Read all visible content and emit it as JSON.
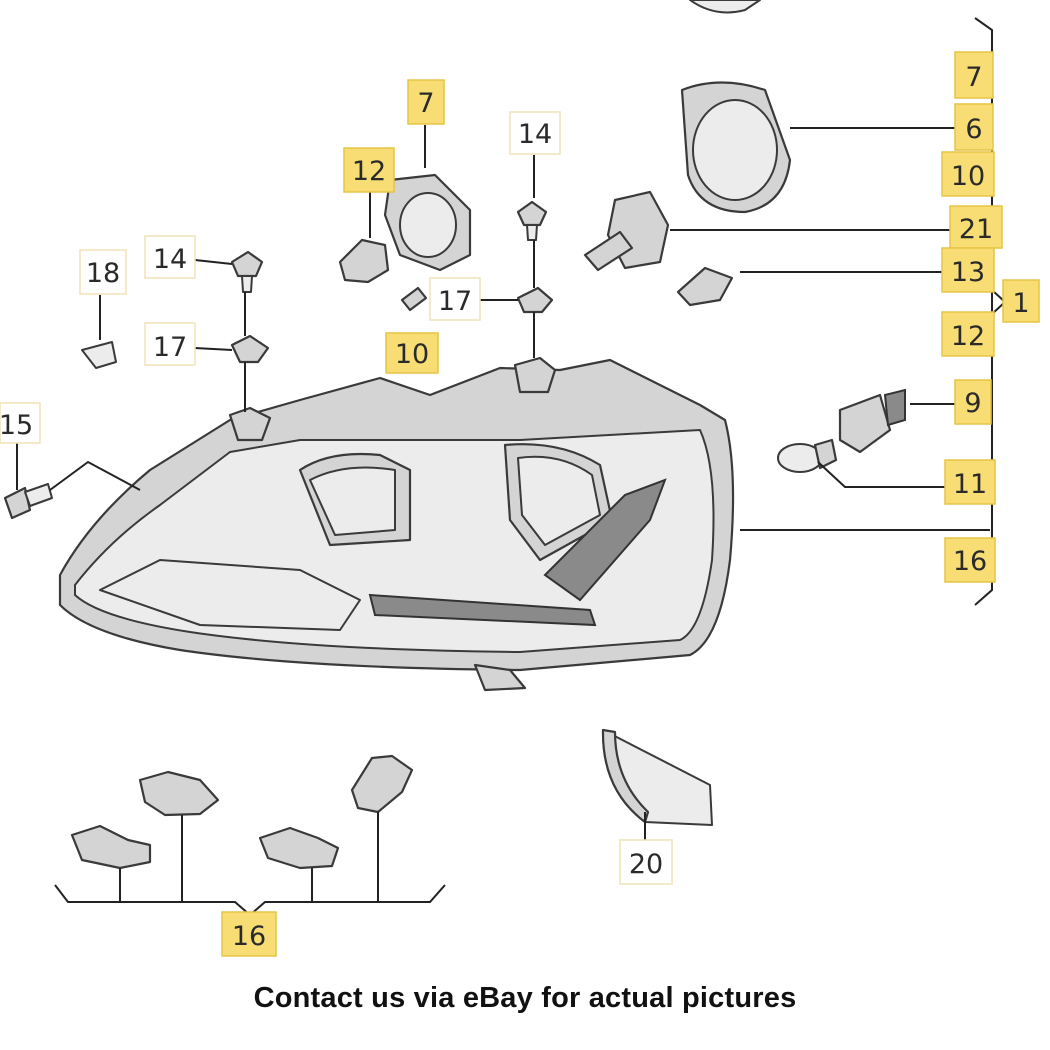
{
  "callouts": {
    "c7_top": "7",
    "c12_top": "12",
    "c14_mid": "14",
    "c18": "18",
    "c14_left": "14",
    "c17_left": "17",
    "c17_mid": "17",
    "c10_mid": "10",
    "c15": "15",
    "r7": "7",
    "r6": "6",
    "r10": "10",
    "r21": "21",
    "r13": "13",
    "r1": "1",
    "r12": "12",
    "r9": "9",
    "r11": "11",
    "r16": "16",
    "c20": "20",
    "c16_bottom": "16"
  },
  "caption": "Contact us via eBay for actual pictures"
}
